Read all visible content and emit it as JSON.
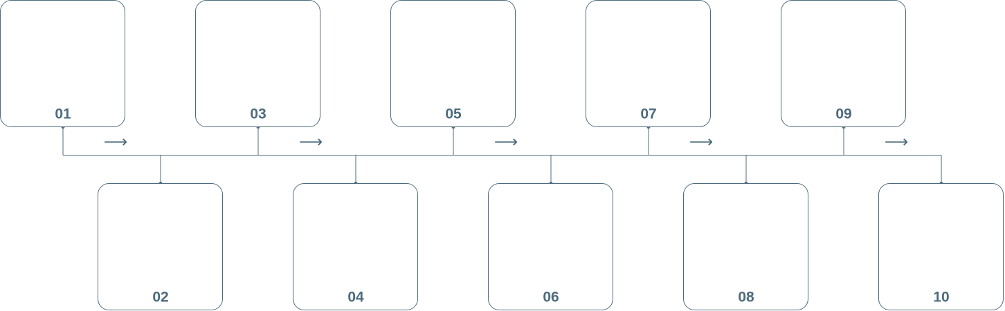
{
  "colors": {
    "stroke": "#4d6b7e",
    "label": "#4d6b7e",
    "box_fill": "#ffffff"
  },
  "arrow_glyph": "⟶",
  "steps": [
    {
      "label": "01"
    },
    {
      "label": "02"
    },
    {
      "label": "03"
    },
    {
      "label": "04"
    },
    {
      "label": "05"
    },
    {
      "label": "06"
    },
    {
      "label": "07"
    },
    {
      "label": "08"
    },
    {
      "label": "09"
    },
    {
      "label": "10"
    }
  ]
}
